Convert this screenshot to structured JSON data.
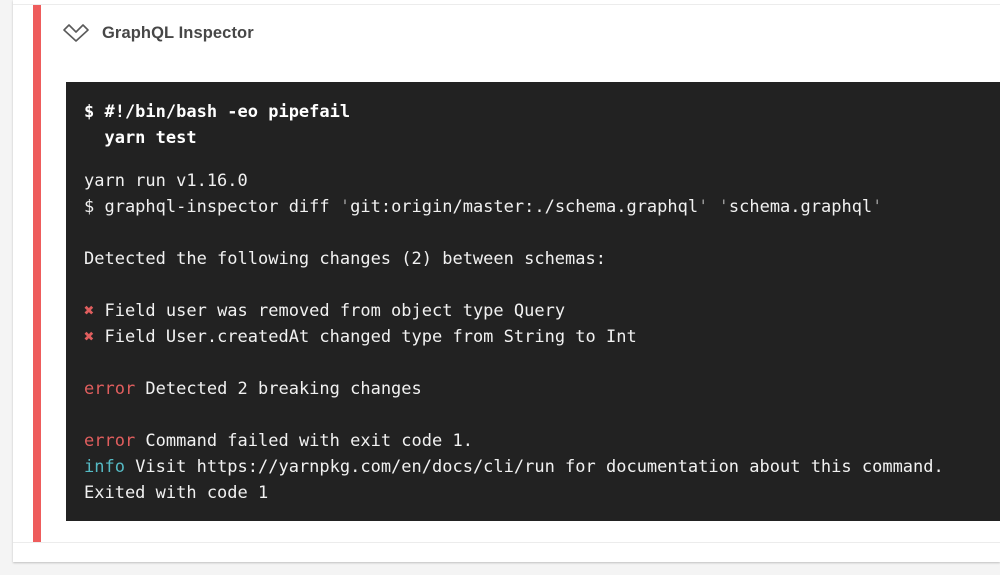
{
  "colors": {
    "accent_red": "#ee5c5c",
    "terminal_bg": "#222222",
    "terminal_text": "#f1f1f1",
    "terminal_bold": "#ffffff",
    "error_red": "#e05e5e",
    "info_cyan": "#55bac4",
    "quote_gray": "#9a9a9a"
  },
  "header": {
    "title": "GraphQL Inspector",
    "collapse_icon": "chevron-down-icon"
  },
  "terminal": {
    "command_lines": [
      "$ #!/bin/bash -eo pipefail",
      "  yarn test"
    ],
    "output_lines": [
      [
        {
          "t": "yarn run v1.16.0"
        }
      ],
      [
        {
          "t": "$ graphql-inspector diff "
        },
        {
          "t": "'",
          "s": "gray"
        },
        {
          "t": "git:origin/master:./schema.graphql"
        },
        {
          "t": "'",
          "s": "gray"
        },
        {
          "t": " "
        },
        {
          "t": "'",
          "s": "gray"
        },
        {
          "t": "schema.graphql"
        },
        {
          "t": "'",
          "s": "gray"
        }
      ],
      [],
      [
        {
          "t": "Detected the following changes (2) between schemas:"
        }
      ],
      [],
      [
        {
          "t": "✖",
          "s": "red"
        },
        {
          "t": " Field user was removed from object type Query"
        }
      ],
      [
        {
          "t": "✖",
          "s": "red"
        },
        {
          "t": " Field User.createdAt changed type from String to Int"
        }
      ],
      [],
      [
        {
          "t": "error",
          "s": "red"
        },
        {
          "t": " Detected 2 breaking changes"
        }
      ],
      [],
      [
        {
          "t": "error",
          "s": "red"
        },
        {
          "t": " Command failed with exit code 1."
        }
      ],
      [
        {
          "t": "info",
          "s": "cyan"
        },
        {
          "t": " Visit https://yarnpkg.com/en/docs/cli/run for documentation about this command."
        }
      ],
      [
        {
          "t": "Exited with code 1"
        }
      ]
    ]
  }
}
